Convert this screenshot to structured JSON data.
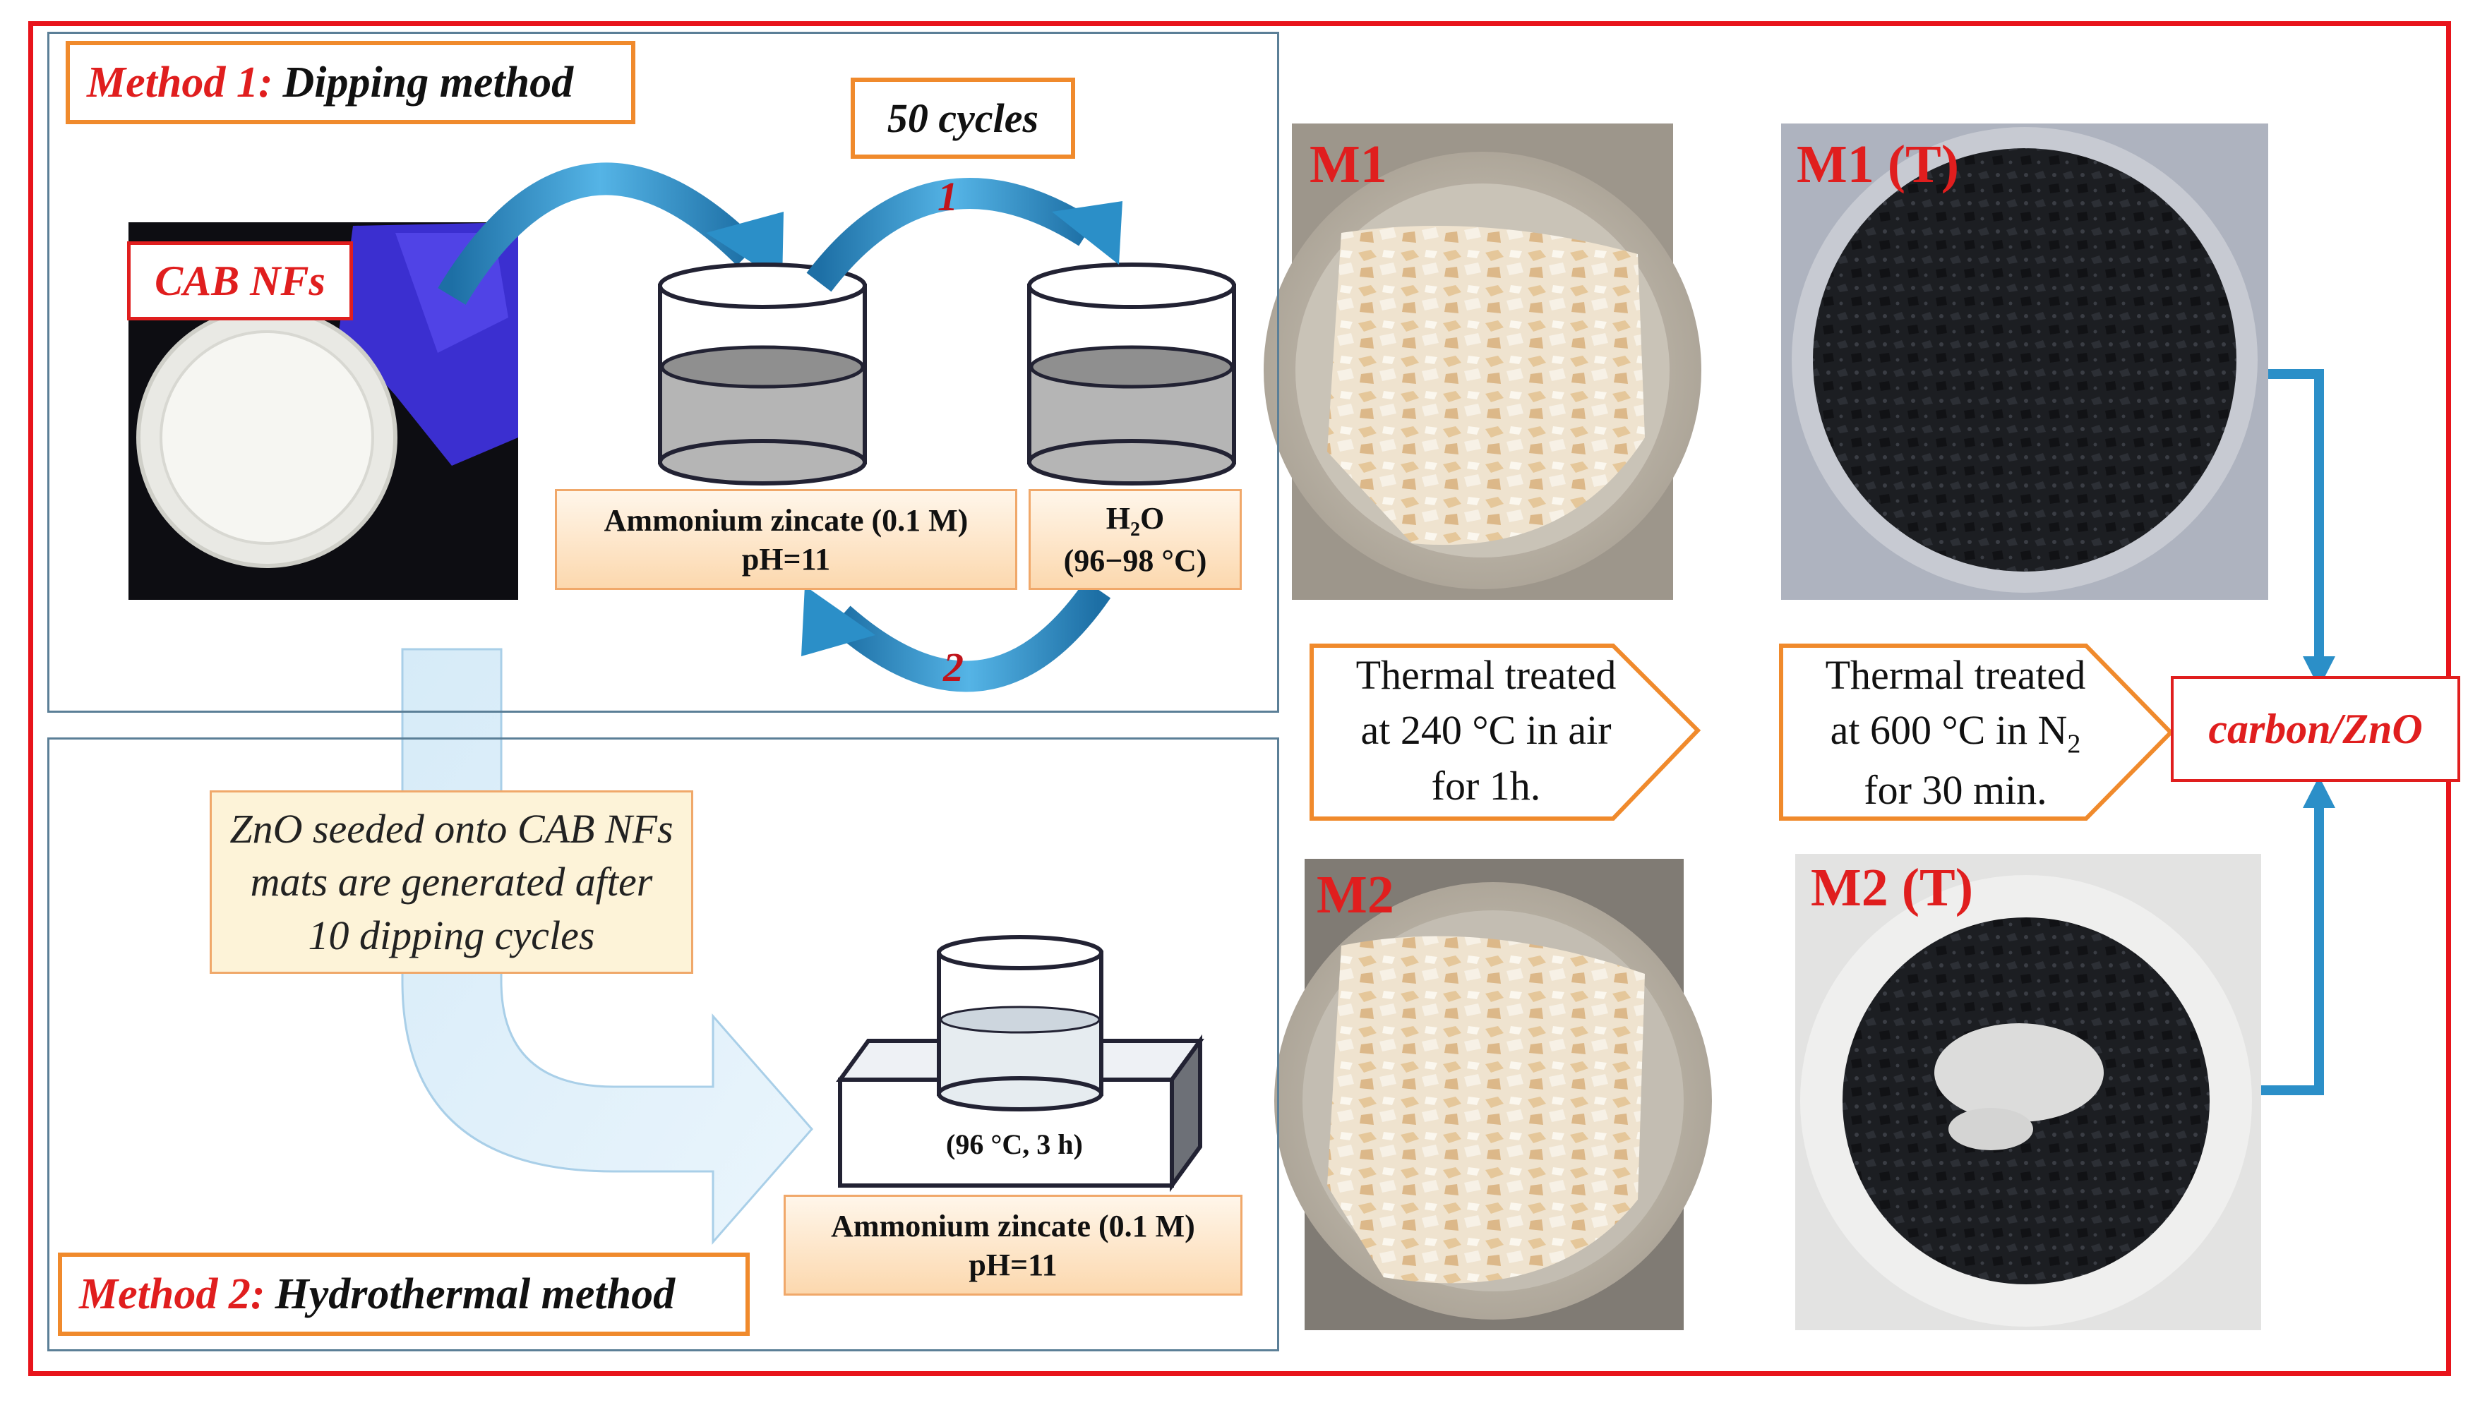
{
  "method1": {
    "prefix": "Method 1:",
    "name": "Dipping method"
  },
  "cycles_label": "50 cycles",
  "cab_label": "CAB NFs",
  "step1": "1",
  "step2": "2",
  "zincate_box": {
    "line1": "Ammonium zincate (0.1 M)",
    "line2": "pH=11"
  },
  "water_box": {
    "line1_main": "H",
    "line1_sub": "2",
    "line1_end": "O",
    "line2": "(96−98 °C)"
  },
  "note": "ZnO seeded onto CAB NFs mats are generated after 10 dipping cycles",
  "hydro_condition": "(96 °C, 3 h)",
  "zincate_box2": {
    "line1": "Ammonium zincate (0.1 M)",
    "line2": "pH=11"
  },
  "method2": {
    "prefix": "Method 2:",
    "name": "Hydrothermal method"
  },
  "photos": {
    "m1": "M1",
    "m1t": "M1 (T)",
    "m2": "M2",
    "m2t": "M2 (T)"
  },
  "treat1": {
    "line1": "Thermal treated",
    "line2": "at 240 °C in air",
    "line3": "for 1h."
  },
  "treat2": {
    "line1": "Thermal treated",
    "line2_main": "at 600 °C in N",
    "line2_sub": "2",
    "line3": "for 30 min."
  },
  "result": "carbon/ZnO",
  "colors": {
    "frame": "#e8141b",
    "accent_orange": "#f08a2c",
    "arrow_blue": "#2b8fc8",
    "label_red": "#e01e1e"
  }
}
